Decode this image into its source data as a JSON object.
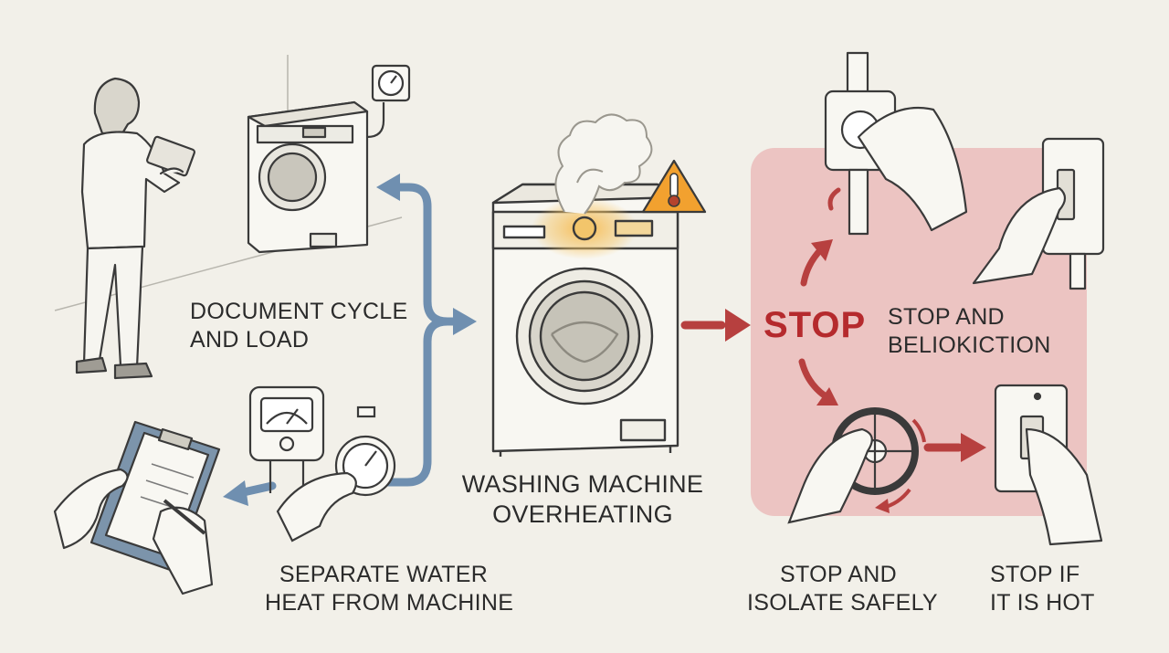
{
  "steps": {
    "document_cycle": {
      "line1": "DOCUMENT CYCLE",
      "line2": "AND LOAD"
    },
    "separate_heat": {
      "line1": "SEPARATE WATER",
      "line2": "HEAT FROM MACHINE"
    },
    "center_machine": {
      "line1": "WASHING MACHINE",
      "line2": "OVERHEATING"
    },
    "stop_word": "STOP",
    "stop_beliokiction": {
      "line1": "STOP AND",
      "line2": "BELIOKICTION"
    },
    "stop_isolate": {
      "line1": "STOP AND",
      "line2": "ISOLATE SAFELY"
    },
    "stop_if_hot": {
      "line1": "STOP IF",
      "line2": "IT IS HOT"
    }
  },
  "icons": [
    "person-with-tablet-icon",
    "washing-machine-icon",
    "wall-gauge-icon",
    "clipboard-icon",
    "water-heater-gauge-icon",
    "stopwatch-icon",
    "overheating-washing-machine-icon",
    "steam-icon",
    "warning-thermometer-icon",
    "shutoff-valve-icon",
    "wall-switch-icon",
    "valve-wheel-icon"
  ],
  "colors": {
    "background": "#f2f0e9",
    "blue_arrow": "#6f8fb0",
    "red_arrow": "#b7403f",
    "stop_zone": "#ecc4c2",
    "stop_text": "#b52a2d",
    "warning": "#f2a12f",
    "ink": "#3a3a3a"
  }
}
